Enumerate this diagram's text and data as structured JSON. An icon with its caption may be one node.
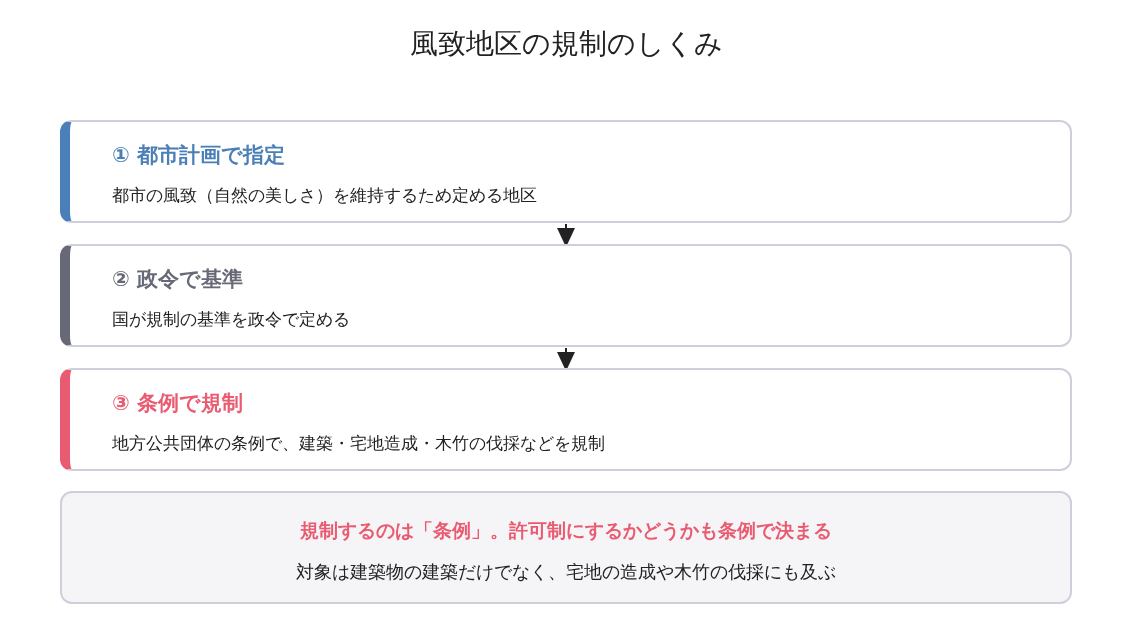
{
  "diagram": {
    "title": "風致地区の規制のしくみ",
    "nodes": [
      {
        "text": [
          "① 都市計画で指定",
          "都市の風致（自然の美しさ）を維持するため定める地区"
        ]
      },
      {
        "text": [
          "② 政令で基準",
          "国が規制の基準を政令で定める"
        ]
      },
      {
        "text": [
          "③ 条例で規制",
          "地方公共団体の条例で、建築・宅地造成・木竹の伐採などを規制"
        ]
      },
      {
        "text": [
          "規制するのは「条例」。許可制にするかどうかも条例で決まる",
          "対象は建築物の建築だけでなく、宅地の造成や木竹の伐採にも及ぶ"
        ]
      }
    ],
    "edges": [
      {
        "from": 0,
        "to": 1,
        "arrow": "to"
      },
      {
        "from": 1,
        "to": 2,
        "arrow": "to"
      }
    ]
  }
}
